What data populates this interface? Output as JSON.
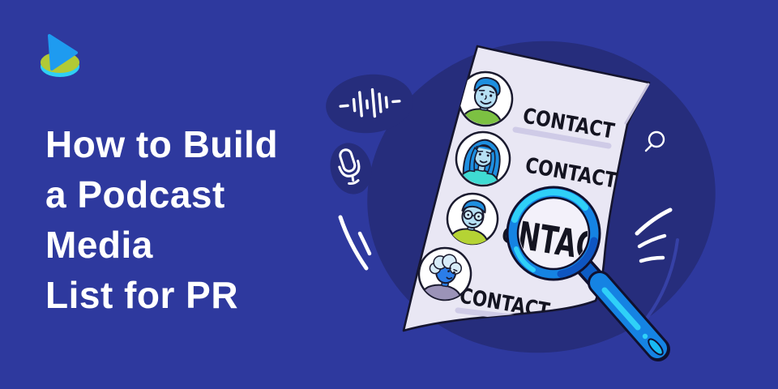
{
  "background_color": "#2e399e",
  "brand": {
    "logo_name": "play-button-disc-logo"
  },
  "hero": {
    "title_lines": [
      "How to Build",
      "a Podcast",
      "Media",
      "List for PR"
    ]
  },
  "illustration": {
    "contacts": [
      {
        "label": "CONTACT"
      },
      {
        "label": "CONTACT"
      },
      {
        "label": "CONTACT"
      },
      {
        "label": "CONTACT"
      }
    ],
    "magnified_text": "NTAC",
    "colors": {
      "dark_blob": "#262d7c",
      "paper": "#e9e7f4",
      "magnifier_blue": "#1583e3",
      "highlight_cyan": "#2fd0f8",
      "lime": "#b2ca35",
      "teal": "#3fdbd3",
      "shirt_green": "#7cc142",
      "hair_blue": "#1e8fe0",
      "skin_light": "#b6e0f4",
      "skin_blue": "#2b7de8",
      "lavender_underline": "#cfcbe7",
      "outline": "#1a1a2e"
    }
  }
}
